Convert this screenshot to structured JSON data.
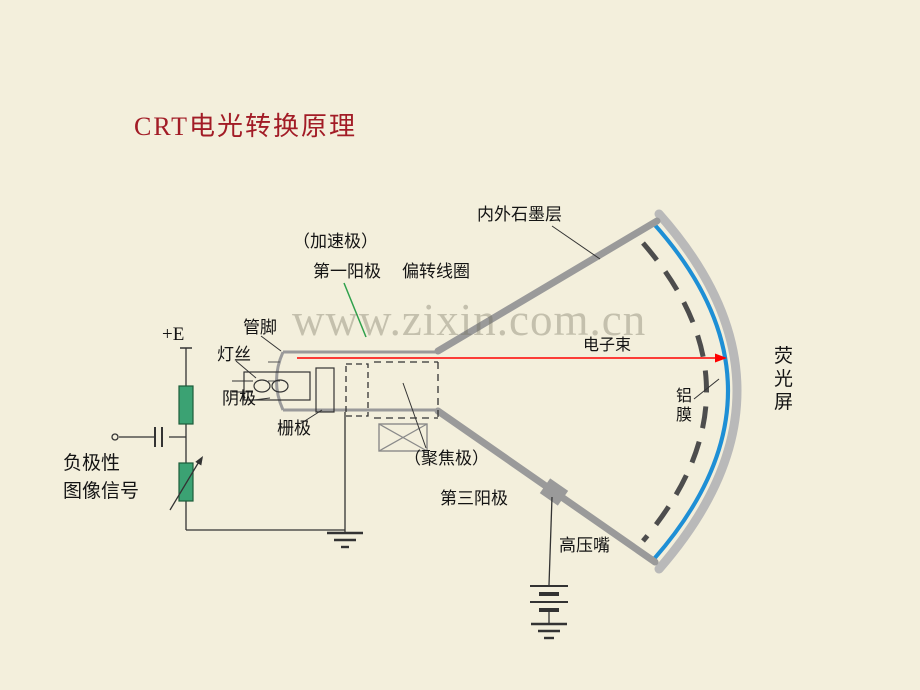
{
  "slide": {
    "title": "CRT电光转换原理",
    "watermark": "www.zixin.com.cn"
  },
  "labels": {
    "graphite_layer": "内外石墨层",
    "accelerating_electrode": "（加速极）",
    "first_anode": "第一阳极",
    "deflection_coil": "偏转线圈",
    "tube_pins": "管脚",
    "supply": "+E",
    "filament": "灯丝",
    "cathode": "阴极",
    "grid": "栅极",
    "negative_signal_line1": "负极性",
    "negative_signal_line2": "图像信号",
    "focusing_electrode": "（聚焦极）",
    "third_anode": "第三阳极",
    "hv_nozzle": "高压嘴",
    "electron_beam": "电子束",
    "aluminum_film": "铝膜",
    "phosphor_screen": "荧光屏"
  },
  "colors": {
    "background": "#F3EFDC",
    "title": "#A21C26",
    "beam": "#FF0000",
    "funnel_wall": "#9A9A9A",
    "screen_glass": "#B9B9B9",
    "aluminum_film_line": "#1E8FD5",
    "dashed_shadow_mask": "#4D4D4D",
    "resistor_fill": "#3BA273",
    "leader_green": "#2FA14C"
  }
}
